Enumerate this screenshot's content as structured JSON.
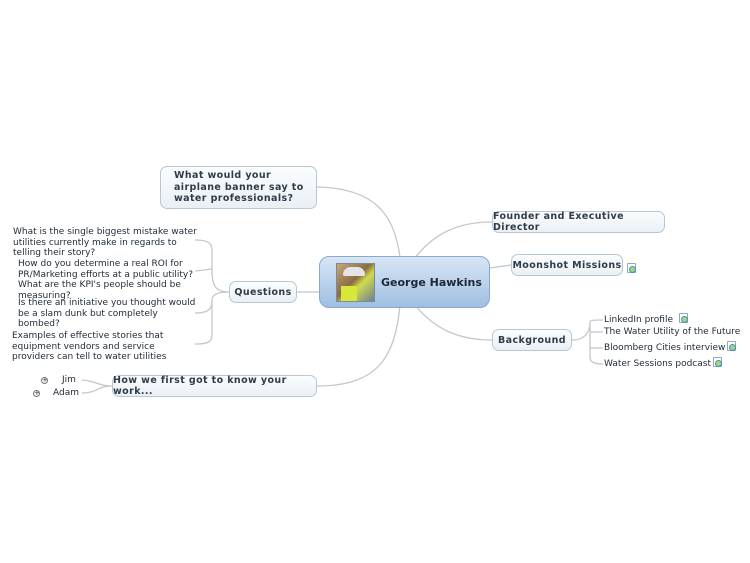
{
  "center": {
    "name": "George Hawkins"
  },
  "topics": {
    "airplane": "What would your airplane banner say to water professionals?",
    "questions": "Questions",
    "how_first": "How we first got to know your work...",
    "founder": "Founder and Executive Director",
    "moonshot": "Moonshot Missions",
    "background": "Background"
  },
  "question_items": [
    "What is the single biggest mistake water utilities currently make in regards to telling their story?",
    "How do you determine a real ROI for PR/Marketing efforts at a public utility? What are the KPI's people should be measuring?",
    "Is there an initiative you thought would be a slam dunk but completely bombed?",
    "Examples of effective stories that equipment vendors and service providers can tell to water utilities"
  ],
  "how_items": [
    "Jim",
    "Adam"
  ],
  "background_items": [
    "LinkedIn profile",
    "The Water Utility of the Future",
    "Bloomberg Cities interview",
    "Water Sessions podcast"
  ],
  "colors": {
    "center_fill": "#a8c5e6",
    "topic_fill": "#eef3f6",
    "connector": "#c2c8cc"
  },
  "icons": {
    "link": "ie-link-icon",
    "expand": "expand-plus-icon"
  }
}
